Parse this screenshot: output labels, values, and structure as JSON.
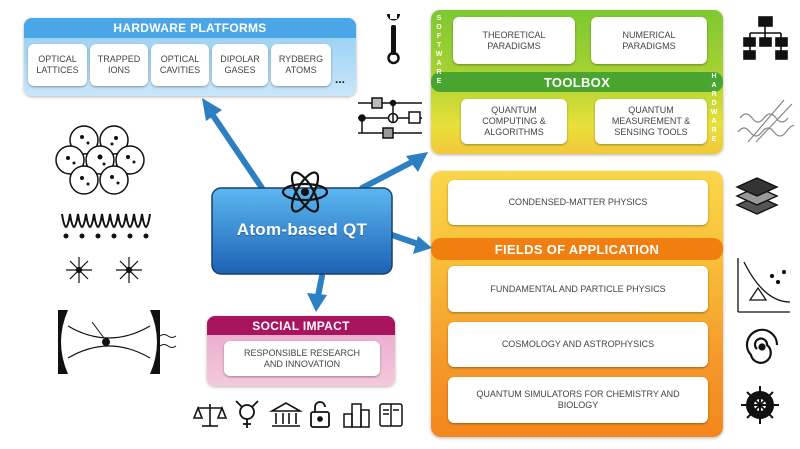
{
  "hardware": {
    "title": "HARDWARE PLATFORMS",
    "items": [
      "OPTICAL\nLATTICES",
      "TRAPPED\nIONS",
      "OPTICAL\nCAVITIES",
      "DIPOLAR\nGASES",
      "RYDBERG\nATOMS"
    ],
    "more": "..."
  },
  "toolbox": {
    "title": "TOOLBOX",
    "left_vertical": "SOFTWARE",
    "right_vertical": "HARDWARE",
    "top_items": [
      "THEORETICAL\nPARADIGMS",
      "NUMERICAL\nPARADIGMS"
    ],
    "bottom_items": [
      "QUANTUM\nCOMPUTING &\nALGORITHMS",
      "QUANTUM\nMEASUREMENT &\nSENSING TOOLS"
    ]
  },
  "center": {
    "title": "Atom-based QT"
  },
  "social": {
    "title": "SOCIAL IMPACT",
    "item": "RESPONSIBLE RESEARCH\nAND INNOVATION"
  },
  "fields": {
    "title": "FIELDS OF APPLICATION",
    "top_item": "CONDENSED-MATTER PHYSICS",
    "items": [
      "FUNDAMENTAL AND PARTICLE PHYSICS",
      "COSMOLOGY AND ASTROPHYSICS",
      "QUANTUM SIMULATORS FOR CHEMISTRY AND\nBIOLOGY"
    ]
  },
  "icons": [
    "wrench-icon",
    "circuit-icon",
    "hierarchy-icon",
    "laser-beams-icon",
    "atom-icon",
    "atom-cluster-icon",
    "optical-lattice-wave-icon",
    "ion-trap-icon",
    "optical-cavity-icon",
    "scales-icon",
    "gender-icon",
    "institution-icon",
    "open-lock-icon",
    "city-icon",
    "book-icon",
    "layers-icon",
    "particle-scatter-icon",
    "galaxy-icon",
    "virus-icon"
  ],
  "colors": {
    "hardware_blue": "#5fb3ea",
    "toolbox_green": "#7dc832",
    "toolbox_yellow": "#f3e03a",
    "fields_orange": "#f58a1f",
    "social_magenta": "#b01a6c",
    "center_blue": "#2478c8",
    "arrow_blue": "#2c7fc1"
  }
}
